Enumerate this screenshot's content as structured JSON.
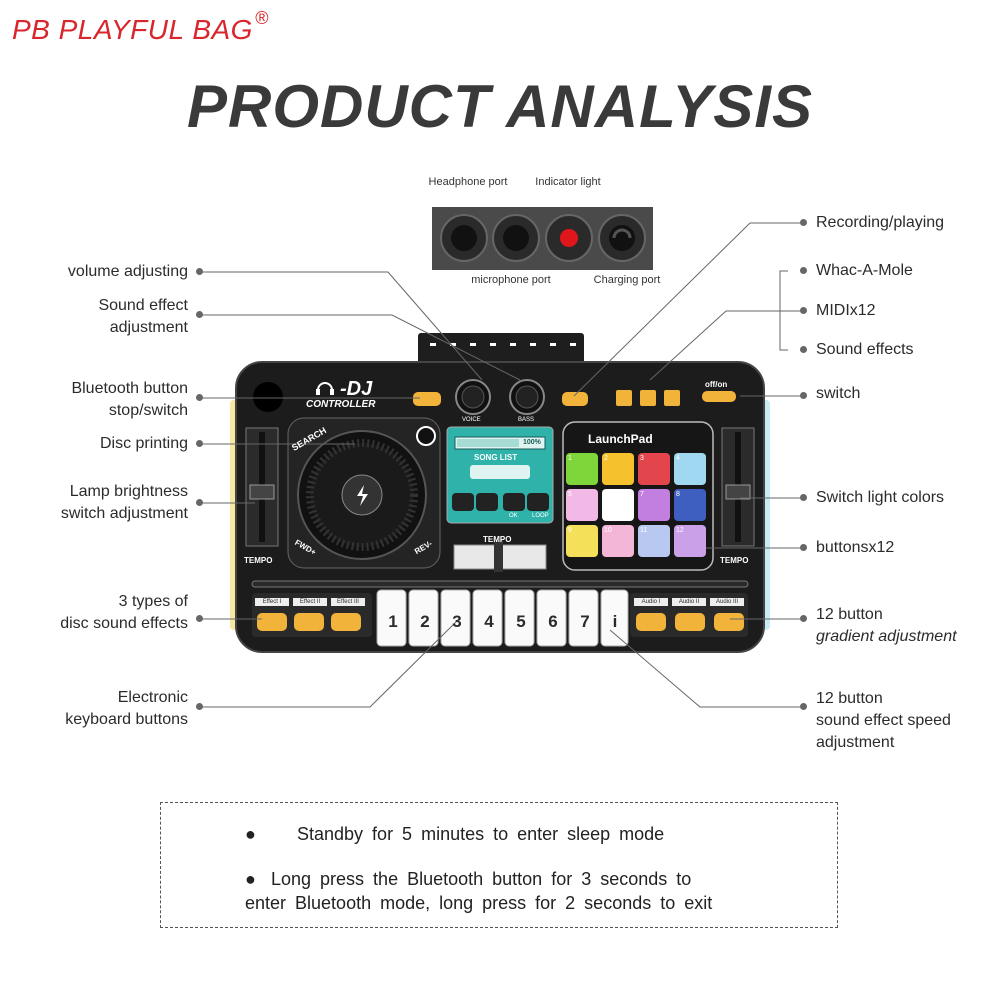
{
  "brand": {
    "name": "PB PLAYFUL BAG",
    "registered": "®"
  },
  "title": "PRODUCT ANALYSIS",
  "ports": {
    "headphone": "Headphone port",
    "indicator": "Indicator light",
    "microphone": "microphone port",
    "charging": "Charging port"
  },
  "left_labels": {
    "volume": "volume adjusting",
    "sound_effect_1": "Sound effect",
    "sound_effect_2": "adjustment",
    "bluetooth_1": "Bluetooth button",
    "bluetooth_2": "stop/switch",
    "disc": "Disc printing",
    "lamp_1": "Lamp brightness",
    "lamp_2": "switch adjustment",
    "types_1": "3 types of",
    "types_2": "disc sound effects",
    "keyboard_1": "Electronic",
    "keyboard_2": "keyboard buttons"
  },
  "right_labels": {
    "recording": "Recording/playing",
    "whac": "Whac-A-Mole",
    "midi": "MIDIx12",
    "sound_effects": "Sound effects",
    "switch": "switch",
    "light_colors": "Switch light colors",
    "buttons": "buttonsx12",
    "gradient_1": "12 button",
    "gradient_2": "gradient adjustment",
    "speed_1": "12 button",
    "speed_2": "sound effect speed",
    "speed_3": "adjustment"
  },
  "device": {
    "logo": "-DJ",
    "logo_sub": "CONTROLLER",
    "search": "SEARCH",
    "fwd": "FWD+",
    "rev": "REV-",
    "voice": "VOICE",
    "bass": "BASS",
    "screen_pct": "100%",
    "song_list": "SONG LIST",
    "ok": "OK",
    "loop": "LOOP",
    "launchpad": "LaunchPad",
    "tempo": "TEMPO",
    "offon": "off/on",
    "effects": [
      "Effect I",
      "Effect II",
      "Effect III"
    ],
    "audios": [
      "Audio I",
      "Audio II",
      "Audio III"
    ],
    "keys": [
      "1",
      "2",
      "3",
      "4",
      "5",
      "6",
      "7",
      "i"
    ],
    "pads": [
      "1",
      "2",
      "3",
      "4",
      "5",
      "6",
      "7",
      "8",
      "9",
      "10",
      "11",
      "12"
    ],
    "pad_colors": [
      "#7fd63a",
      "#f5c12c",
      "#e2454b",
      "#9fd8f0",
      "#f2b8e6",
      "#ffffff",
      "#c27fe0",
      "#3e5fc0",
      "#f5e05a",
      "#f4b6d6",
      "#b8c8f0",
      "#caa0e8"
    ]
  },
  "notes": {
    "n1": "Standby for 5 minutes to enter sleep mode",
    "n2a": "Long press the Bluetooth button for 3 seconds to",
    "n2b": "enter Bluetooth mode, long press for 2 seconds to exit"
  }
}
